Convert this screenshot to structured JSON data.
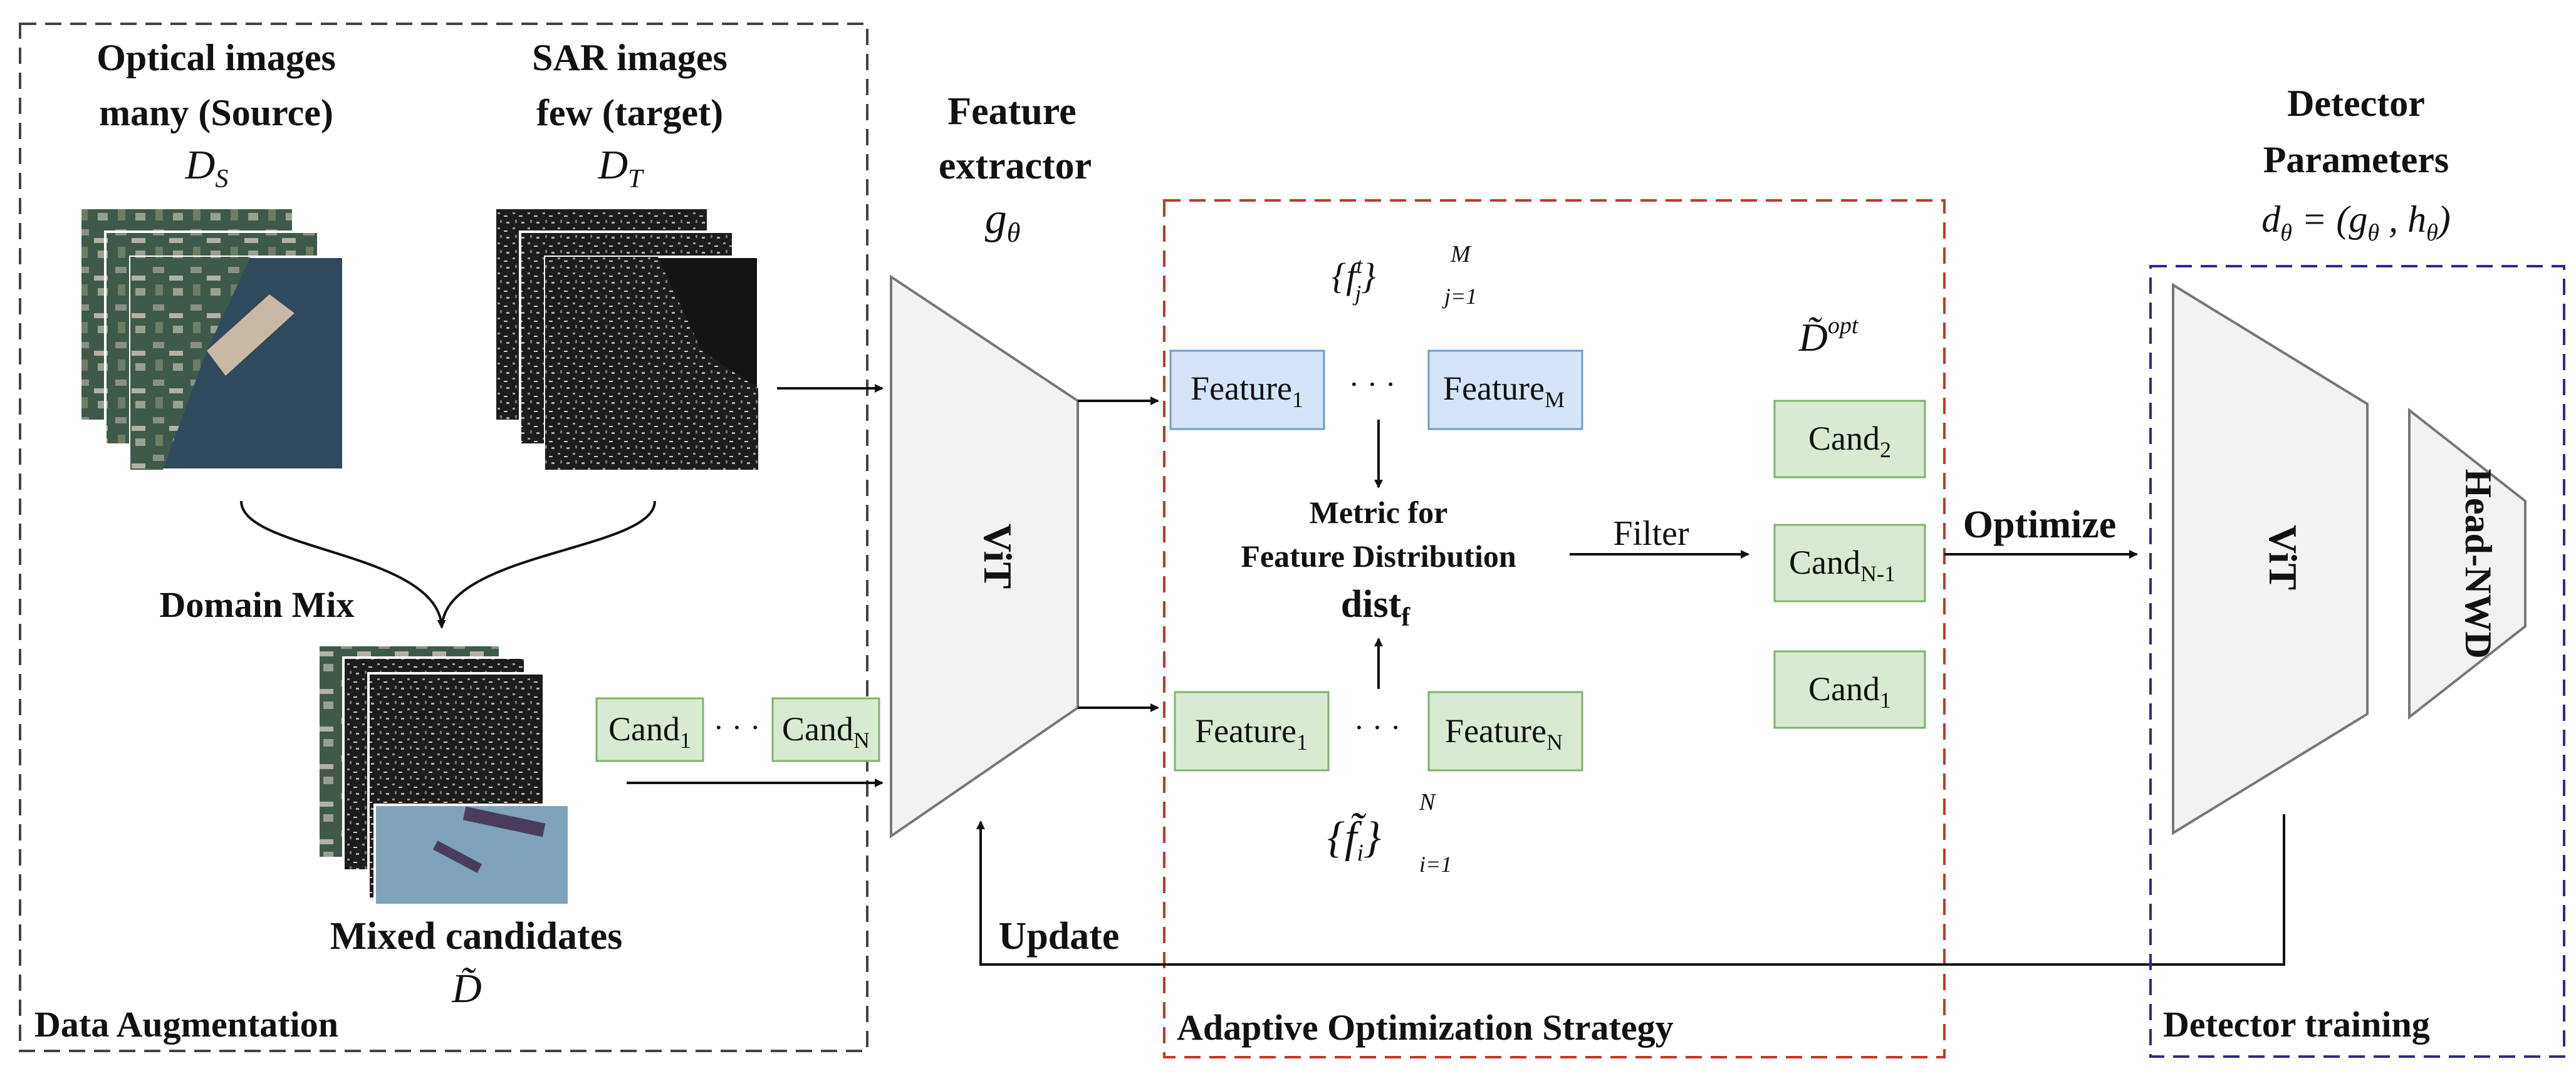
{
  "colors": {
    "optical": "#f28c28",
    "sar": "#4f9be8",
    "mixed": "#1f7a1f",
    "blue_fill": "#d5e5f7",
    "blue_stroke": "#6f9ccf",
    "green_fill": "#d9ead3",
    "green_stroke": "#7fb36a",
    "red_dash": "#c0392b",
    "navy_dash": "#2b2b8f",
    "gray_dash": "#444444",
    "vit_fill": "#f2f2f2"
  },
  "data_aug": {
    "optical_line1": "Optical images",
    "optical_line2": "many (Source)",
    "optical_symbol": "D",
    "optical_sub": "S",
    "sar_line1": "SAR images",
    "sar_line2": "few  (target)",
    "sar_symbol": "D",
    "sar_sub": "T",
    "domain_mix": "Domain Mix",
    "mixed_label": "Mixed candidates",
    "mixed_symbol": "D̃",
    "cand1": "Cand",
    "cand1_sub": "1",
    "cand_ellipsis": "· · ·",
    "candN": "Cand",
    "candN_sub": "N",
    "section_label": "Data Augmentation"
  },
  "feature_extractor": {
    "title_line1": "Feature",
    "title_line2": "extractor",
    "symbol": "g",
    "symbol_sub": "θ",
    "vit_label": "ViT",
    "update_label": "Update"
  },
  "aos": {
    "top_set_main": "{f",
    "top_set_sub": "j",
    "top_set_sup": "t",
    "top_set_close": "}",
    "top_set_range": "j=1",
    "top_set_upper": "M",
    "feat_top_1": "Feature",
    "feat_top_1_sub": "1",
    "feat_top_M": "Feature",
    "feat_top_M_sub": "M",
    "feat_bot_1": "Feature",
    "feat_bot_1_sub": "1",
    "feat_bot_N": "Feature",
    "feat_bot_N_sub": "N",
    "ellipsis": "· · ·",
    "metric_line1": "Metric for",
    "metric_line2": "Feature Distribution",
    "dist": "dist",
    "dist_sub": "f",
    "filter_label": "Filter",
    "bottom_set_main": "{f̃",
    "bottom_set_sub": "i",
    "bottom_set_close": "}",
    "bottom_set_range": "i=1",
    "bottom_set_upper": "N",
    "dopt_symbol": "D̃",
    "dopt_sup": "opt",
    "cand_2": "Cand",
    "cand_2_sub": "2",
    "cand_n1": "Cand",
    "cand_n1_sub": "N-1",
    "cand_1": "Cand",
    "cand_1_sub": "1",
    "section_label": "Adaptive Optimization Strategy",
    "optimize_label": "Optimize"
  },
  "detector": {
    "title_line1": "Detector",
    "title_line2": "Parameters",
    "formula": "d",
    "formula_sub": "θ",
    "formula_rest": " = (g",
    "formula_sub2": "θ",
    "formula_mid": " , h",
    "formula_sub3": "θ",
    "formula_end": ")",
    "vit_label": "ViT",
    "head_label": "Head-NWD",
    "section_label": "Detector training"
  }
}
